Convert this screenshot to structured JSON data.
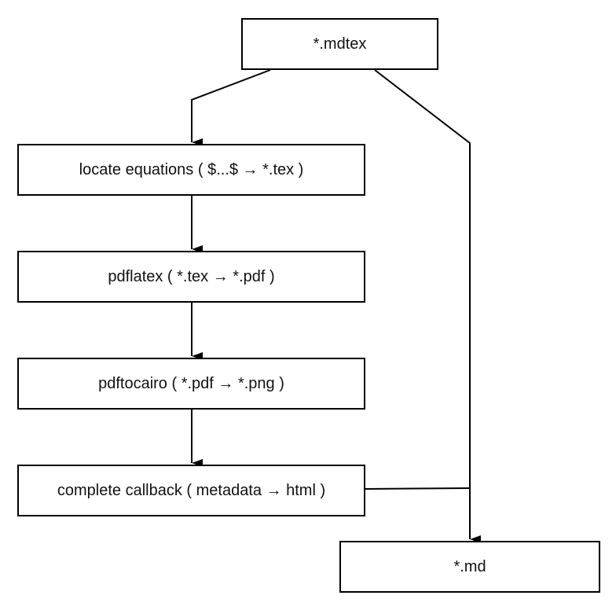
{
  "nodes": {
    "mdtex": "*.mdtex",
    "locate": "locate equations ( $...$ → *.tex )",
    "pdflatex": "pdflatex ( *.tex → *.pdf )",
    "pdftocairo": "pdftocairo ( *.pdf → *.png )",
    "callback": "complete callback ( metadata → html )",
    "md": "*.md"
  },
  "edges": [
    {
      "from": "mdtex",
      "to": "locate"
    },
    {
      "from": "locate",
      "to": "pdflatex"
    },
    {
      "from": "pdflatex",
      "to": "pdftocairo"
    },
    {
      "from": "pdftocairo",
      "to": "callback"
    },
    {
      "from": "mdtex",
      "to": "md"
    },
    {
      "from": "callback",
      "to": "md"
    }
  ]
}
